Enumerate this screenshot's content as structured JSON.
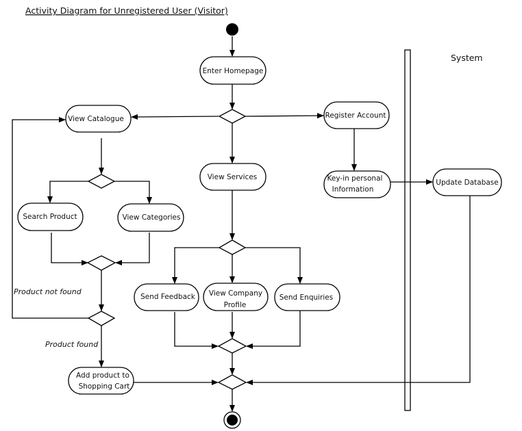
{
  "title": "Activity Diagram for Unregistered User (Visitor)",
  "swimlane_label": "System",
  "activities": {
    "enter_homepage": "Enter Homepage",
    "view_catalogue": "View Catalogue",
    "register_account": "Register Account",
    "view_services": "View Services",
    "keyin_line1": "Key-in personal",
    "keyin_line2": "Information",
    "update_database": "Update Database",
    "search_product": "Search Product",
    "view_categories": "View Categories",
    "send_feedback": "Send Feedback",
    "company_line1": "View Company",
    "company_line2": "Profile",
    "send_enquiries": "Send Enquiries",
    "add_line1": "Add product  to",
    "add_line2": "Shopping Cart"
  },
  "guards": {
    "not_found": "Product not found",
    "found": "Product found"
  }
}
